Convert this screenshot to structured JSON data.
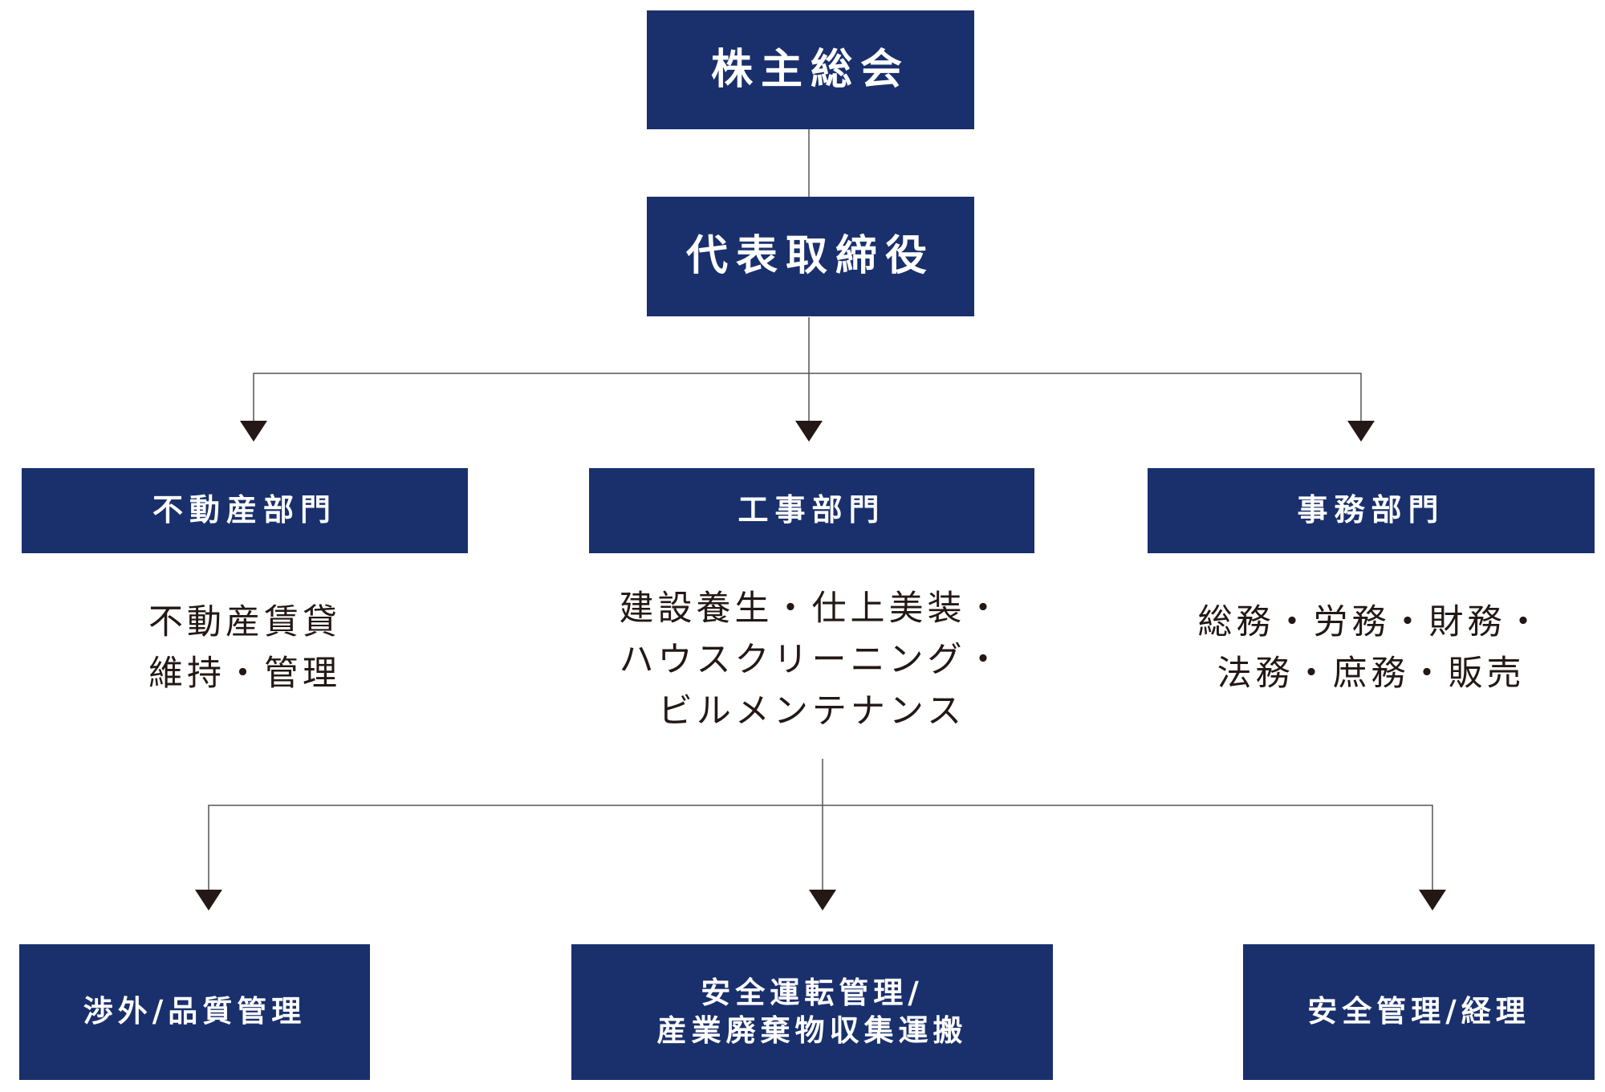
{
  "top": {
    "shareholders": "株主総会",
    "president": "代表取締役"
  },
  "departments": {
    "real_estate": {
      "title": "不動産部門",
      "duties": [
        "不動産賃貸",
        "維持・管理"
      ]
    },
    "construction": {
      "title": "工事部門",
      "duties": [
        "建設養生・仕上美装・",
        "ハウスクリーニング・",
        "ビルメンテナンス"
      ]
    },
    "office": {
      "title": "事務部門",
      "duties": [
        "総務・労務・財務・",
        "法務・庶務・販売"
      ]
    }
  },
  "sections": {
    "left": [
      "渉外/品質管理"
    ],
    "center": [
      "安全運転管理/",
      "産業廃棄物収集運搬"
    ],
    "right": [
      "安全管理/経理"
    ]
  },
  "colors": {
    "box": "#1a306d",
    "line": "#555555",
    "arrow": "#231815",
    "text": "#231815"
  }
}
